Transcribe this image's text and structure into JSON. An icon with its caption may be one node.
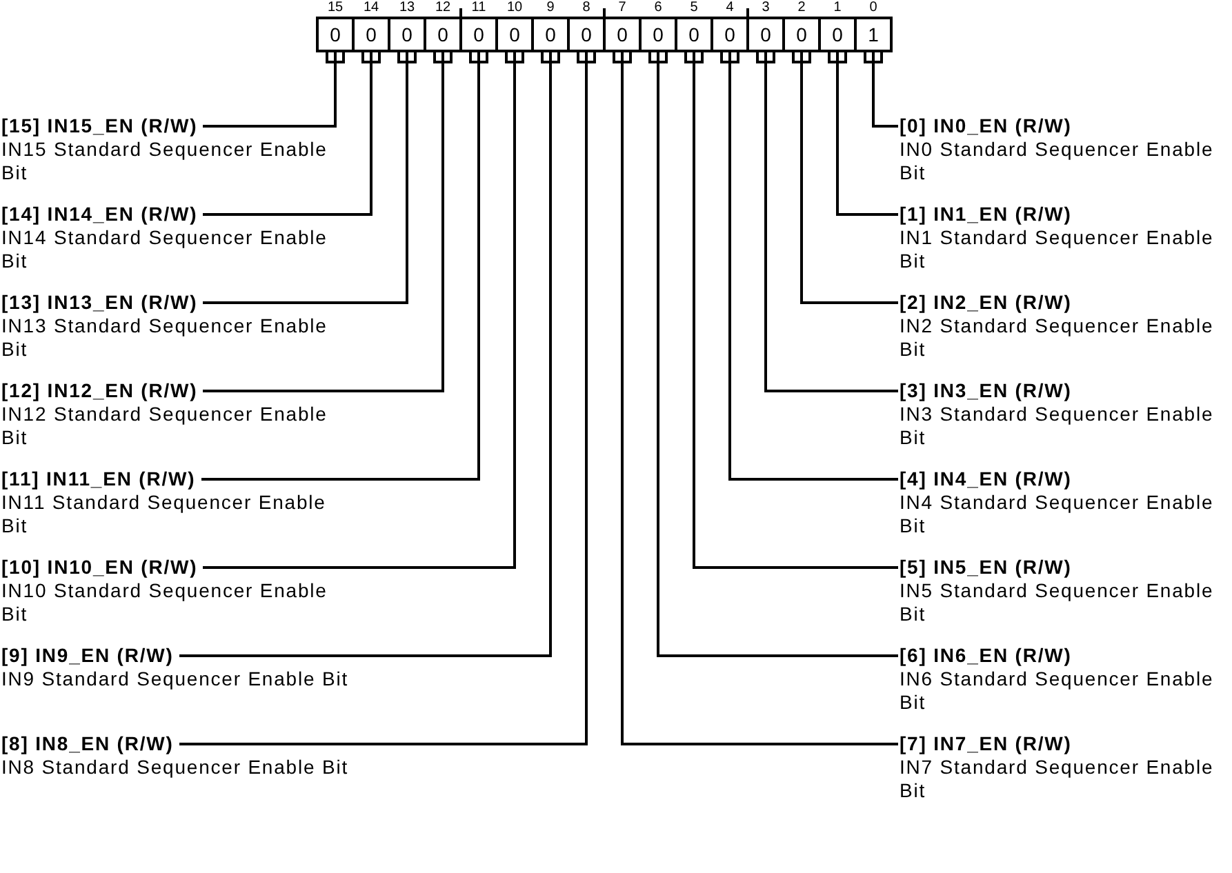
{
  "diagram": {
    "nodes": [
      {
        "text": [
          "0"
        ],
        "beside": [
          "15"
        ]
      },
      {
        "text": [
          "0"
        ],
        "beside": [
          "14"
        ]
      },
      {
        "text": [
          "0"
        ],
        "beside": [
          "13"
        ]
      },
      {
        "text": [
          "0"
        ],
        "beside": [
          "12"
        ]
      },
      {
        "text": [
          "0"
        ],
        "beside": [
          "11"
        ]
      },
      {
        "text": [
          "0"
        ],
        "beside": [
          "10"
        ]
      },
      {
        "text": [
          "0"
        ],
        "beside": [
          "9"
        ]
      },
      {
        "text": [
          "0"
        ],
        "beside": [
          "8"
        ]
      },
      {
        "text": [
          "0"
        ],
        "beside": [
          "7"
        ]
      },
      {
        "text": [
          "0"
        ],
        "beside": [
          "6"
        ]
      },
      {
        "text": [
          "0"
        ],
        "beside": [
          "5"
        ]
      },
      {
        "text": [
          "0"
        ],
        "beside": [
          "4"
        ]
      },
      {
        "text": [
          "0"
        ],
        "beside": [
          "3"
        ]
      },
      {
        "text": [
          "0"
        ],
        "beside": [
          "2"
        ]
      },
      {
        "text": [
          "0"
        ],
        "beside": [
          "1"
        ]
      },
      {
        "text": [
          "1"
        ],
        "beside": [
          "0"
        ]
      },
      {
        "text": [
          "[15] IN15_EN (R/W)",
          "IN15 Standard Sequencer Enable Bit"
        ]
      },
      {
        "text": [
          "[0] IN0_EN (R/W)",
          "IN0 Standard Sequencer Enable Bit"
        ]
      },
      {
        "text": [
          "[14] IN14_EN (R/W)",
          "IN14 Standard Sequencer Enable Bit"
        ]
      },
      {
        "text": [
          "[1] IN1_EN (R/W)",
          "IN1 Standard Sequencer Enable Bit"
        ]
      },
      {
        "text": [
          "[13] IN13_EN (R/W)",
          "IN13 Standard Sequencer Enable Bit"
        ]
      },
      {
        "text": [
          "[2] IN2_EN (R/W)",
          "IN2 Standard Sequencer Enable Bit"
        ]
      },
      {
        "text": [
          "[12] IN12_EN (R/W)",
          "IN12 Standard Sequencer Enable Bit"
        ]
      },
      {
        "text": [
          "[3] IN3_EN (R/W)",
          "IN3 Standard Sequencer Enable Bit"
        ]
      },
      {
        "text": [
          "[11] IN11_EN (R/W)",
          "IN11 Standard Sequencer Enable Bit"
        ]
      },
      {
        "text": [
          "[4] IN4_EN (R/W)",
          "IN4 Standard Sequencer Enable Bit"
        ]
      },
      {
        "text": [
          "[10] IN10_EN (R/W)",
          "IN10 Standard Sequencer Enable Bit"
        ]
      },
      {
        "text": [
          "[5] IN5_EN (R/W)",
          "IN5 Standard Sequencer Enable Bit"
        ]
      },
      {
        "text": [
          "[9] IN9_EN (R/W)",
          "IN9 Standard Sequencer Enable Bit"
        ]
      },
      {
        "text": [
          "[6] IN6_EN (R/W)",
          "IN6 Standard Sequencer Enable Bit"
        ]
      },
      {
        "text": [
          "[8] IN8_EN (R/W)",
          "IN8 Standard Sequencer Enable Bit"
        ]
      },
      {
        "text": [
          "[7] IN7_EN (R/W)",
          "IN7 Standard Sequencer Enable Bit"
        ]
      }
    ],
    "edges": [
      {
        "from": 16,
        "to": 0,
        "arrow": "none"
      },
      {
        "from": 17,
        "to": 15,
        "arrow": "none"
      },
      {
        "from": 18,
        "to": 1,
        "arrow": "none"
      },
      {
        "from": 19,
        "to": 14,
        "arrow": "none"
      },
      {
        "from": 20,
        "to": 2,
        "arrow": "none"
      },
      {
        "from": 21,
        "to": 13,
        "arrow": "none"
      },
      {
        "from": 22,
        "to": 3,
        "arrow": "none"
      },
      {
        "from": 23,
        "to": 12,
        "arrow": "none"
      },
      {
        "from": 24,
        "to": 4,
        "arrow": "none"
      },
      {
        "from": 25,
        "to": 11,
        "arrow": "none"
      },
      {
        "from": 26,
        "to": 5,
        "arrow": "none"
      },
      {
        "from": 27,
        "to": 10,
        "arrow": "none"
      },
      {
        "from": 28,
        "to": 6,
        "arrow": "none"
      },
      {
        "from": 29,
        "to": 9,
        "arrow": "none"
      },
      {
        "from": 30,
        "to": 7,
        "arrow": "none"
      },
      {
        "from": 31,
        "to": 8,
        "arrow": "none"
      }
    ]
  }
}
